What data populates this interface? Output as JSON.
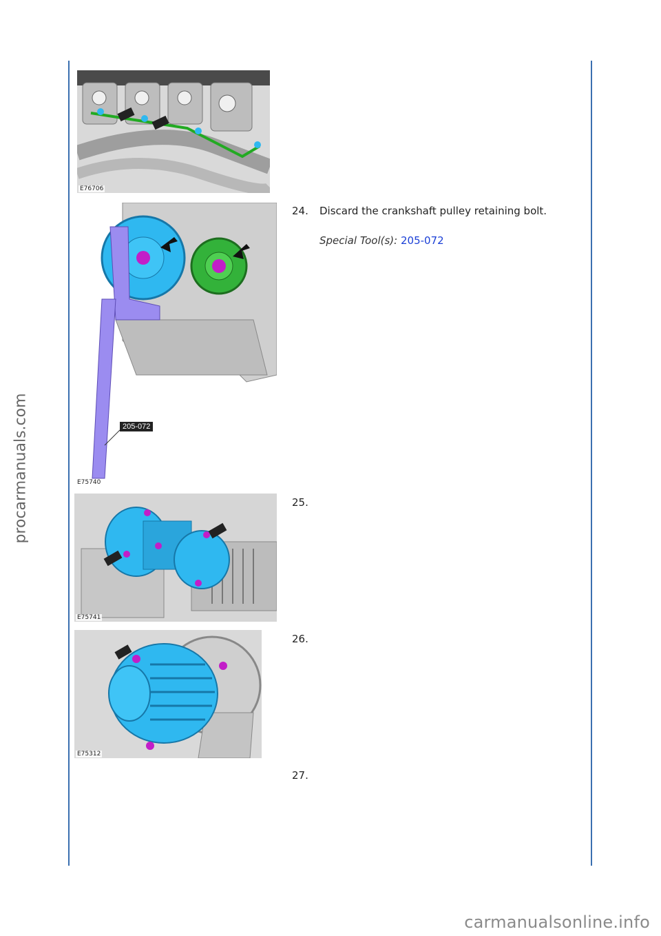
{
  "watermarks": {
    "side": "procarmanuals.com",
    "bottom": "carmanualsonline.info"
  },
  "figures": [
    {
      "code": "E76706"
    },
    {
      "code": "E75740",
      "tool_label": "205-072"
    },
    {
      "code": "E75741"
    },
    {
      "code": "E75312"
    }
  ],
  "steps": [
    {
      "number": "24.",
      "text": "Discard the crankshaft pulley retaining bolt.",
      "special_label": "Special Tool(s):",
      "special_tool": "205-072"
    },
    {
      "number": "25."
    },
    {
      "number": "26."
    },
    {
      "number": "27."
    }
  ],
  "colors": {
    "rule": "#3a6fb0",
    "link": "#1a3fd6",
    "highlight_blue": "#2fb8f0",
    "highlight_green": "#2ea22e",
    "highlight_purple": "#9b8cf0",
    "bolt_magenta": "#c21ec8"
  }
}
